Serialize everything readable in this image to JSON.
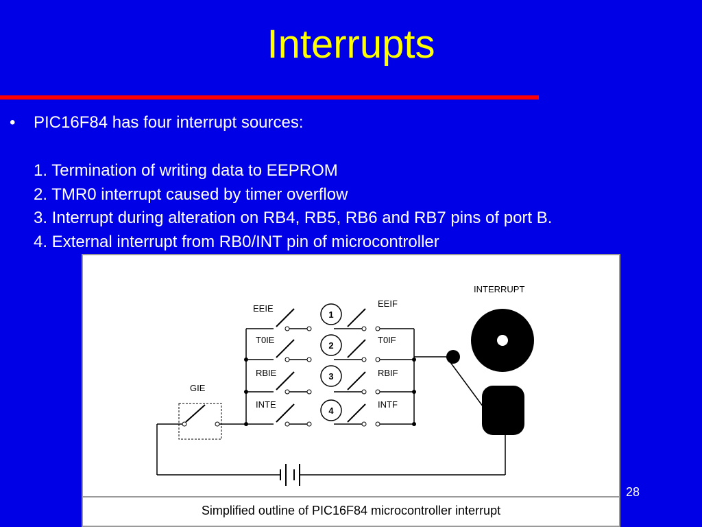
{
  "slide": {
    "title": "Interrupts",
    "bullet": "PIC16F84 has four interrupt sources:",
    "items": [
      "1.  Termination of writing data to EEPROM",
      "2. TMR0 interrupt caused by timer overflow",
      "3. Interrupt during alteration on RB4, RB5, RB6 and RB7 pins of port B.",
      "4. External interrupt from RB0/INT pin of microcontroller"
    ],
    "page_number": "28"
  },
  "colors": {
    "background": "#0000e6",
    "title": "#ffff00",
    "rule": "#ff0000",
    "text": "#ffffff"
  },
  "diagram": {
    "caption": "Simplified outline of PIC16F84 microcontroller interrupt",
    "gie_label": "GIE",
    "interrupt_label": "INTERRUPT",
    "enable_labels": [
      "EEIE",
      "T0IE",
      "RBIE",
      "INTE"
    ],
    "flag_labels": [
      "EEIF",
      "T0IF",
      "RBIF",
      "INTF"
    ],
    "source_numbers": [
      "1",
      "2",
      "3",
      "4"
    ]
  }
}
